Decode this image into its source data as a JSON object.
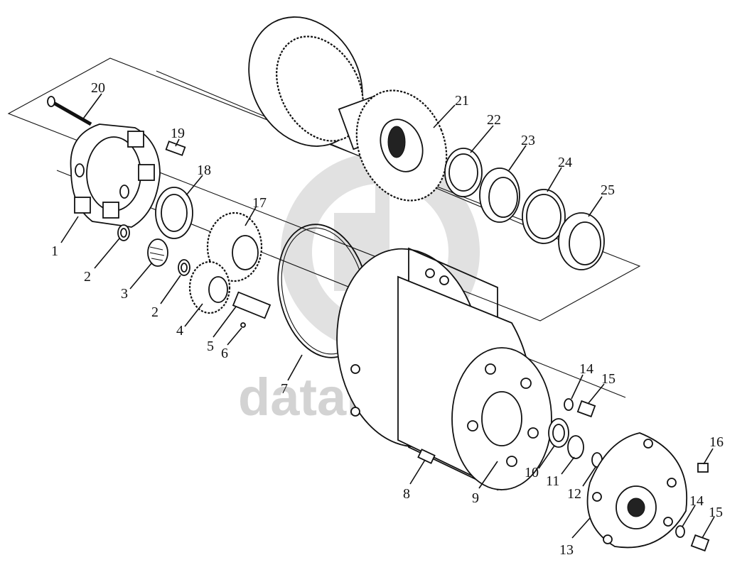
{
  "watermark": {
    "brand_text": "datarparts",
    "logo_color": "#d3d3d3"
  },
  "callouts": [
    {
      "id": "c20",
      "text": "20"
    },
    {
      "id": "c19",
      "text": "19"
    },
    {
      "id": "c18",
      "text": "18"
    },
    {
      "id": "c17",
      "text": "17"
    },
    {
      "id": "c1",
      "text": "1"
    },
    {
      "id": "c2a",
      "text": "2"
    },
    {
      "id": "c3",
      "text": "3"
    },
    {
      "id": "c2b",
      "text": "2"
    },
    {
      "id": "c4",
      "text": "4"
    },
    {
      "id": "c5",
      "text": "5"
    },
    {
      "id": "c6",
      "text": "6"
    },
    {
      "id": "c7",
      "text": "7"
    },
    {
      "id": "c21",
      "text": "21"
    },
    {
      "id": "c22",
      "text": "22"
    },
    {
      "id": "c23",
      "text": "23"
    },
    {
      "id": "c24",
      "text": "24"
    },
    {
      "id": "c25",
      "text": "25"
    },
    {
      "id": "c14a",
      "text": "14"
    },
    {
      "id": "c15a",
      "text": "15"
    },
    {
      "id": "c16",
      "text": "16"
    },
    {
      "id": "c8",
      "text": "8"
    },
    {
      "id": "c9",
      "text": "9"
    },
    {
      "id": "c10",
      "text": "10"
    },
    {
      "id": "c11",
      "text": "11"
    },
    {
      "id": "c12",
      "text": "12"
    },
    {
      "id": "c13",
      "text": "13"
    },
    {
      "id": "c14b",
      "text": "14"
    },
    {
      "id": "c15b",
      "text": "15"
    }
  ]
}
